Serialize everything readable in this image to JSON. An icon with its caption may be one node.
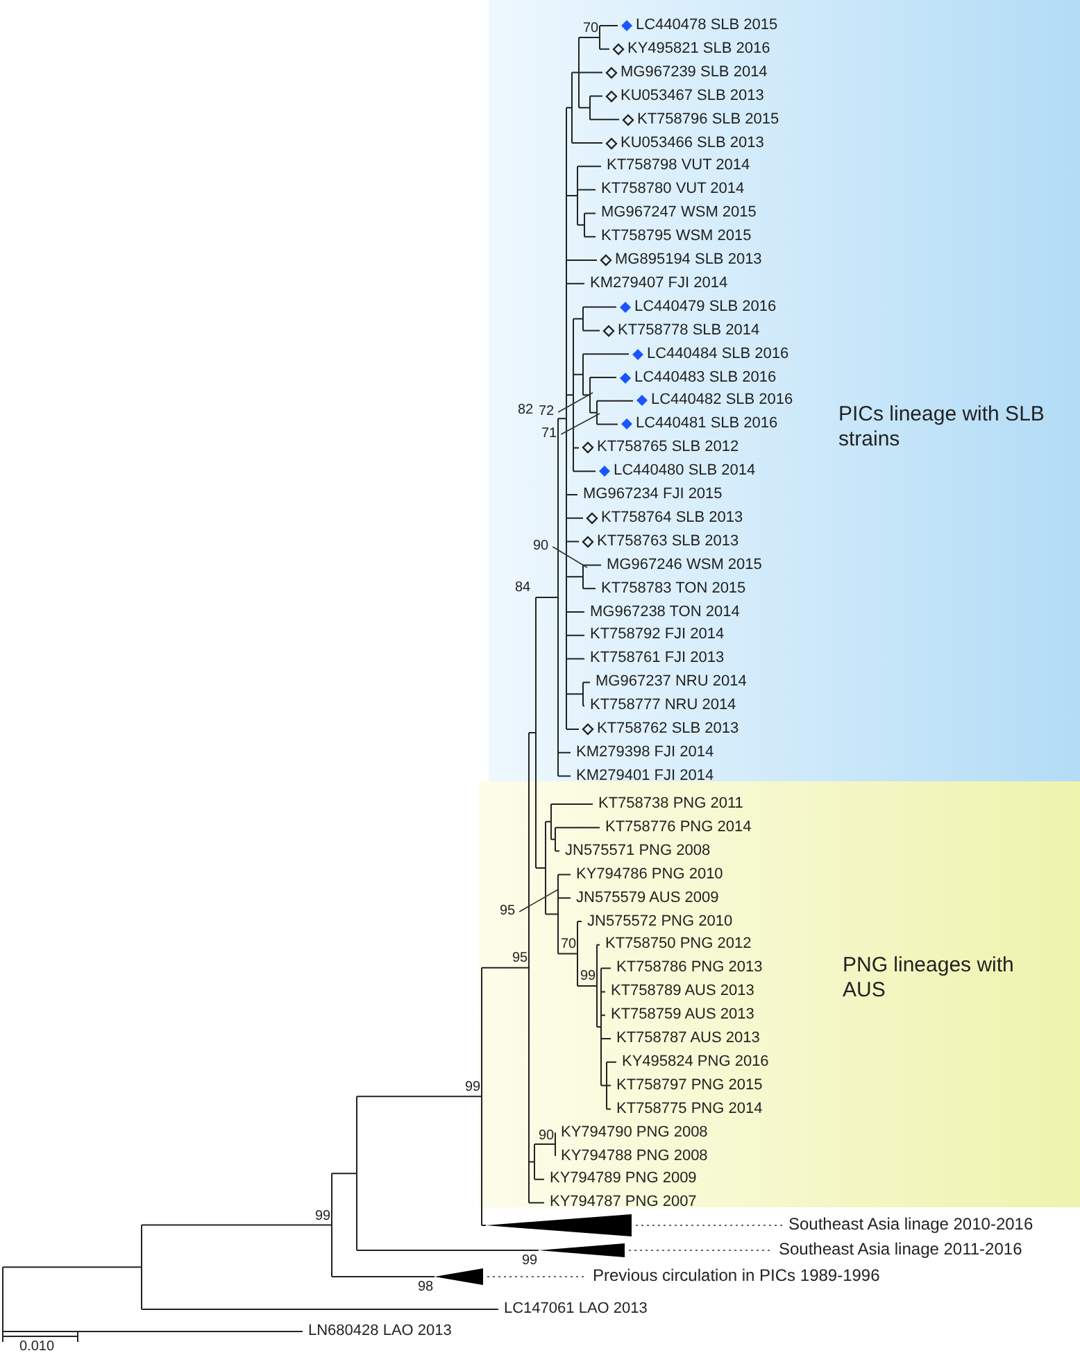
{
  "diagram": {
    "nodes": [
      {
        "text": [
          "PICs lineage with SLB strains"
        ]
      },
      {
        "text": [
          "PNG lineages with AUS"
        ]
      },
      {
        "text": [],
        "shape": "triangle"
      },
      {
        "text": [
          "Southeast Asia linage 2010-2016"
        ]
      },
      {
        "text": [],
        "shape": "triangle"
      },
      {
        "text": [
          "Southeast Asia linage 2011-2016"
        ]
      },
      {
        "text": [],
        "shape": "triangle"
      },
      {
        "text": [
          "Previous circulation in PICs 1989-1996"
        ]
      },
      {
        "text": [
          "72"
        ],
        "in": 0
      },
      {
        "text": [
          "71"
        ],
        "in": 0
      },
      {
        "text": [
          "90"
        ],
        "in": 0
      },
      {
        "text": [
          "95"
        ],
        "in": 1
      }
    ],
    "edges": [
      {
        "from": 2,
        "to": 3,
        "arrow": "none",
        "style": "dashed"
      },
      {
        "from": 4,
        "to": 5,
        "arrow": "none",
        "style": "dashed"
      },
      {
        "from": 6,
        "to": 7,
        "arrow": "none",
        "style": "dashed"
      },
      {
        "from": 8,
        "to": null,
        "arrow": "none"
      },
      {
        "from": 9,
        "to": null,
        "arrow": "none"
      },
      {
        "from": 10,
        "to": null,
        "arrow": "none"
      },
      {
        "from": 11,
        "to": null,
        "arrow": "none"
      }
    ],
    "labels": [
      "LC440478 SLB 2015",
      "KY495821 SLB 2016",
      "MG967239 SLB 2014",
      "KU053467 SLB 2013",
      "KT758796 SLB 2015",
      "KU053466 SLB 2013",
      "KT758798 VUT 2014",
      "KT758780 VUT 2014",
      "MG967247 WSM 2015",
      "KT758795 WSM 2015",
      "MG895194 SLB 2013",
      "KM279407 FJI 2014",
      "LC440479 SLB 2016",
      "KT758778 SLB 2014",
      "LC440484 SLB 2016",
      "LC440483 SLB 2016",
      "LC440482 SLB 2016",
      "LC440481 SLB 2016",
      "KT758765 SLB 2012",
      "LC440480 SLB 2014",
      "MG967234 FJI 2015",
      "KT758764 SLB 2013",
      "KT758763 SLB 2013",
      "MG967246 WSM 2015",
      "KT758783 TON 2015",
      "MG967238 TON 2014",
      "KT758792 FJI 2014",
      "KT758761 FJI 2013",
      "MG967237 NRU 2014",
      "KT758777 NRU 2014",
      "KT758762 SLB 2013",
      "KM279398 FJI 2014",
      "KM279401 FJI 2014",
      "KT758738 PNG 2011",
      "KT758776 PNG 2014",
      "JN575571 PNG 2008",
      "KY794786 PNG 2010",
      "JN575579 AUS 2009",
      "JN575572 PNG 2010",
      "KT758750 PNG 2012",
      "KT758786 PNG 2013",
      "KT758789 AUS 2013",
      "KT758759 AUS 2013",
      "KT758787 AUS 2013",
      "KY495824 PNG 2016",
      "KT758797 PNG 2015",
      "KT758775 PNG 2014",
      "KY794790 PNG 2008",
      "KY794788 PNG 2008",
      "KY794789 PNG 2009",
      "KY794787 PNG 2007",
      "LC147061 LAO 2013",
      "LN680428 LAO 2013",
      "70",
      "82",
      "84",
      "70",
      "99",
      "90",
      "95",
      "99",
      "99",
      "99",
      "98",
      "0.010"
    ]
  }
}
